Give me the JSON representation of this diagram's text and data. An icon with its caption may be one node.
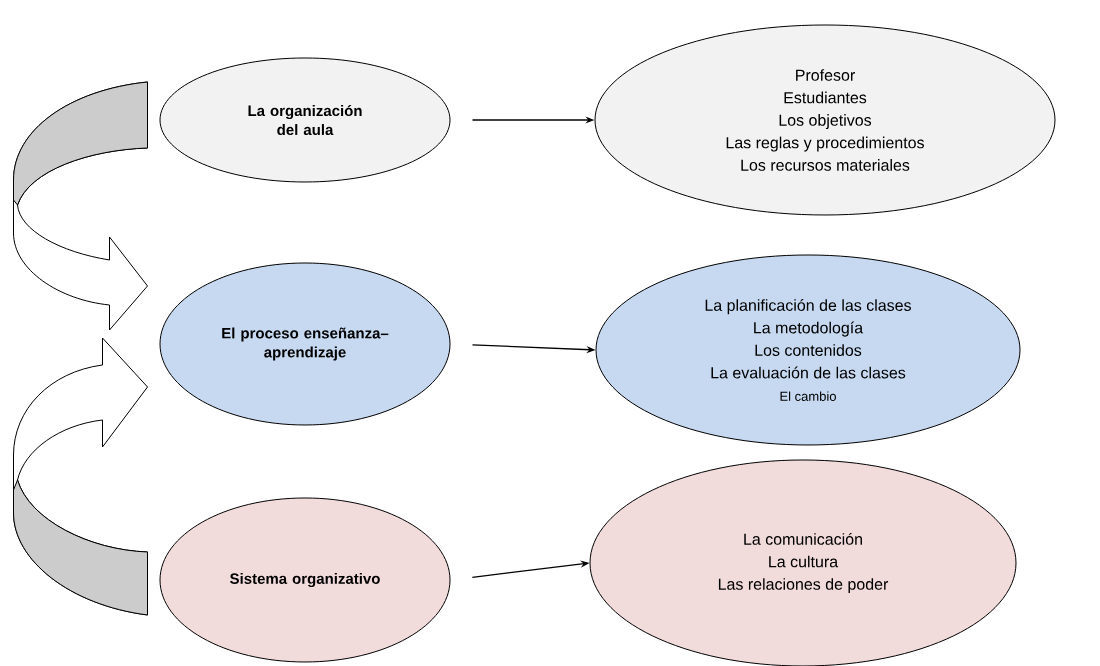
{
  "diagram": {
    "nodes": [
      {
        "text": [
          "La organización del aula"
        ]
      },
      {
        "text": [
          "Profesor",
          "Estudiantes",
          "Los objetivos",
          "Las reglas y procedimientos",
          "Los recursos materiales"
        ]
      },
      {
        "text": [
          "El proceso enseñanza–aprendizaje"
        ]
      },
      {
        "text": [
          "La planificación de las clases",
          "La metodología",
          "Los contenidos",
          "La evaluación de las clases",
          "El cambio"
        ]
      },
      {
        "text": [
          "Sistema organizativo"
        ]
      },
      {
        "text": [
          "La comunicación",
          "La cultura",
          "Las relaciones de poder"
        ]
      }
    ],
    "edges": [
      {
        "from": 0,
        "to": 2,
        "arrow": "to"
      },
      {
        "from": 4,
        "to": 2,
        "arrow": "to"
      },
      {
        "from": 0,
        "to": 1,
        "arrow": "to"
      },
      {
        "from": 2,
        "to": 3,
        "arrow": "to"
      },
      {
        "from": 4,
        "to": 5,
        "arrow": "to"
      }
    ]
  }
}
